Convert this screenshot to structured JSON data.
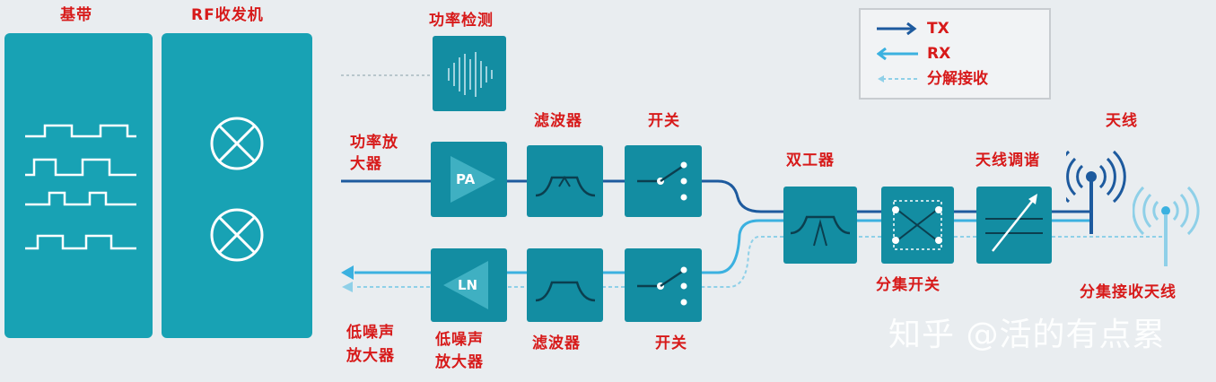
{
  "sections": {
    "baseband": "基带",
    "rf_transceiver": "RF收发机"
  },
  "labels": {
    "power_detect": "功率检测",
    "power_amp_line1": "功率放",
    "power_amp_line2": "大器",
    "filter_top": "滤波器",
    "switch_top": "开关",
    "duplexer": "双工器",
    "antenna_tuner": "天线调谐",
    "antenna": "天线",
    "lna_left_line1": "低噪声",
    "lna_left_line2": "放大器",
    "lna_line1": "低噪声",
    "lna_line2": "放大器",
    "filter_bottom": "滤波器",
    "switch_bottom": "开关",
    "diversity_switch": "分集开关",
    "diversity_antenna": "分集接收天线"
  },
  "block_text": {
    "pa": "PA",
    "ln": "LN"
  },
  "legend": {
    "tx": "TX",
    "rx": "RX",
    "diversity": "分解接收"
  },
  "watermark": "知乎 @活的有点累",
  "colors": {
    "tx_line": "#1d5a9e",
    "rx_line": "#3bb1e0",
    "diversity_line": "#8fd0e8",
    "block": "#138da2",
    "panel": "#18a2b4",
    "label_red": "#d71a1a"
  }
}
